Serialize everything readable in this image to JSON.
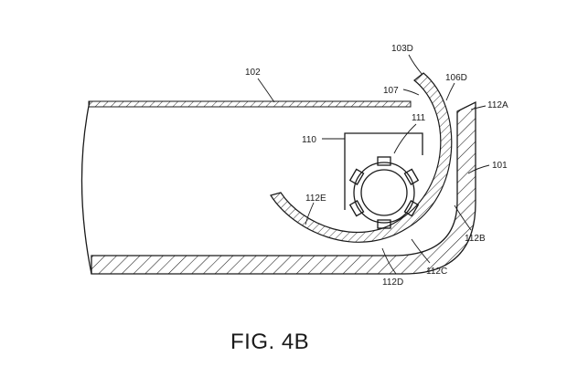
{
  "diagram": {
    "caption": "FIG. 4B",
    "labels": {
      "l102": "102",
      "l103d": "103D",
      "l107": "107",
      "l106d": "106D",
      "l112a": "112A",
      "l111": "111",
      "l110": "110",
      "l101": "101",
      "l112e": "112E",
      "l112b": "112B",
      "l112c": "112C",
      "l112d": "112D"
    }
  }
}
